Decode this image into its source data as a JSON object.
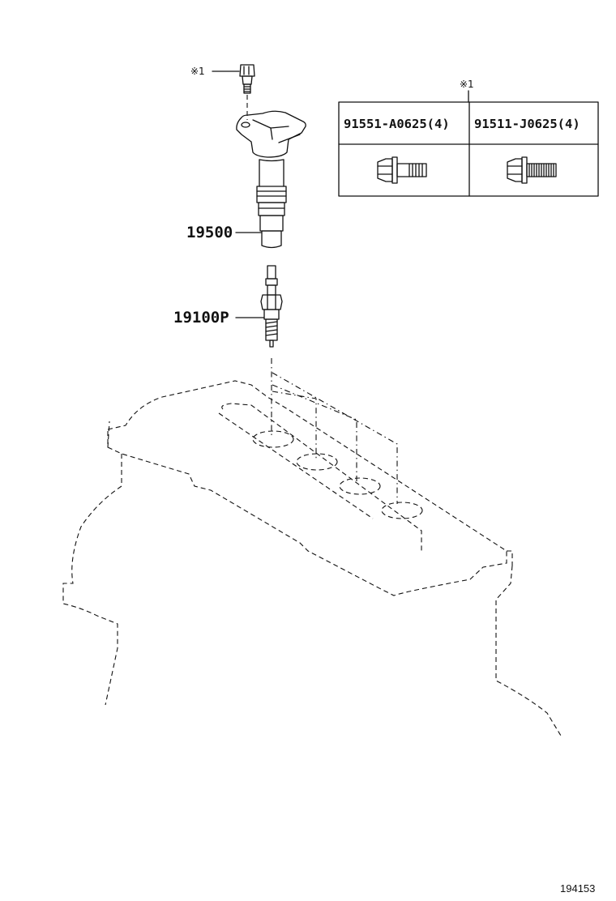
{
  "callouts": {
    "coil": "19500",
    "plug": "19100P"
  },
  "reference_mark": "※1",
  "bolt_table": {
    "marker": "※1",
    "columns": [
      {
        "part": "91551-A0625(4)"
      },
      {
        "part": "91511-J0625(4)"
      }
    ]
  },
  "diagram_id": "194153"
}
